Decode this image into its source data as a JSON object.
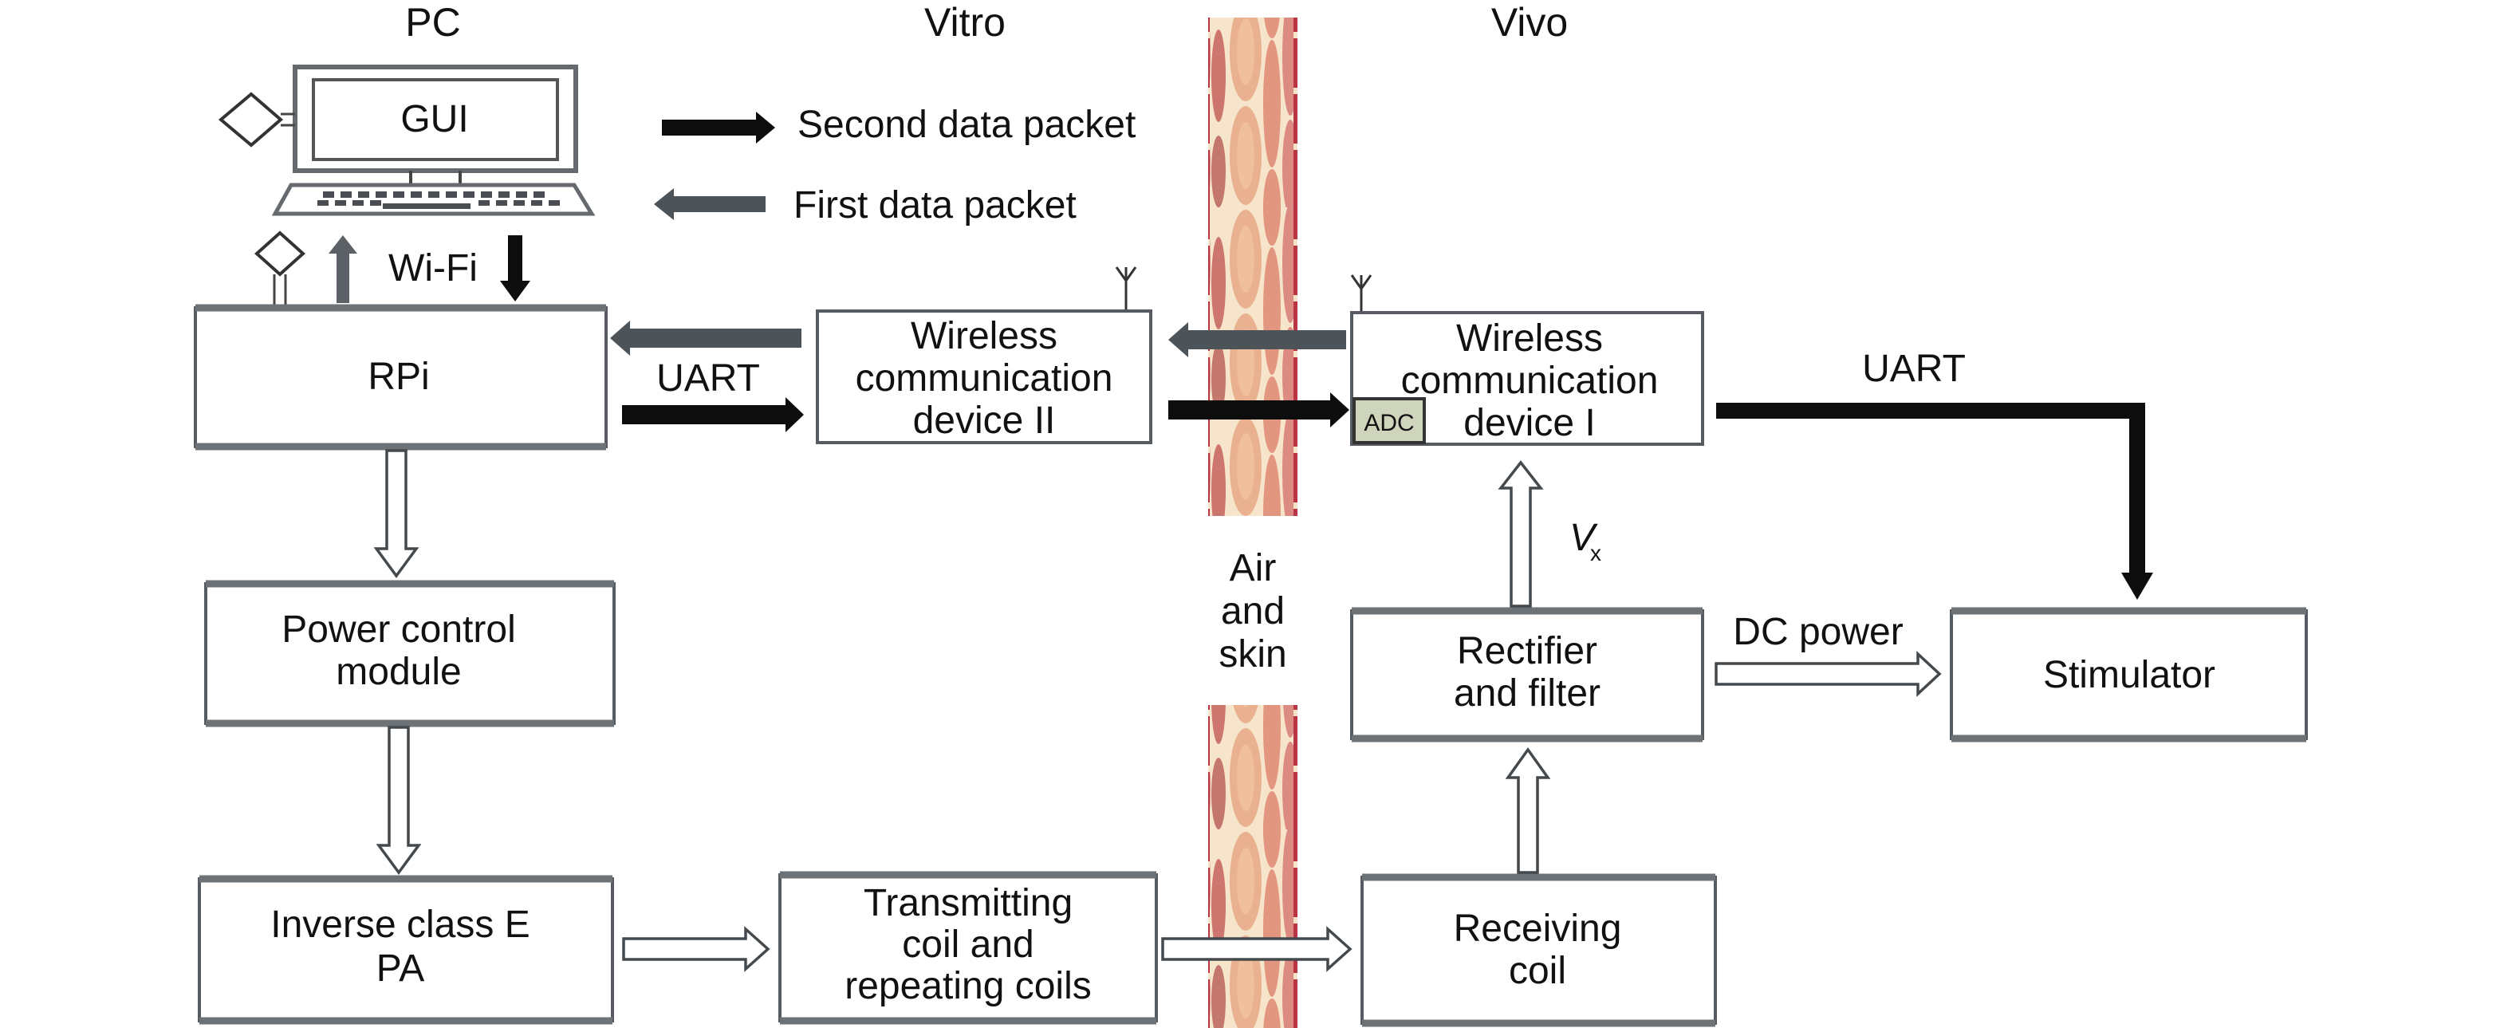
{
  "sections": {
    "pc": "PC",
    "vitro": "Vitro",
    "vivo": "Vivo"
  },
  "legend": {
    "second_packet": "Second data packet",
    "first_packet": "First data packet"
  },
  "pc_block": {
    "screen_label": "GUI",
    "link_label": "Wi-Fi"
  },
  "blocks": {
    "rpi": "RPi",
    "wireless2": [
      "Wireless",
      "communication",
      "device II"
    ],
    "wireless1": [
      "Wireless",
      "communication",
      "device I"
    ],
    "adc": "ADC",
    "power_control": [
      "Power control",
      "module"
    ],
    "inverse_pa": [
      "Inverse class E",
      "PA"
    ],
    "transmitting": [
      "Transmitting",
      "coil and",
      "repeating coils"
    ],
    "receiving": [
      "Receiving",
      "coil"
    ],
    "rectifier": [
      "Rectifier",
      "and filter"
    ],
    "stimulator": "Stimulator"
  },
  "labels": {
    "uart_left": "UART",
    "uart_right": "UART",
    "dc_power": "DC power",
    "vx_main": "V",
    "vx_sub": "x",
    "barrier": [
      "Air",
      "and",
      "skin"
    ]
  },
  "colors": {
    "primary_arrow": "#0d0d0d",
    "secondary_arrow": "#4d5459",
    "skin_light": "#f0c9a8",
    "skin_mid": "#e29a7c",
    "skin_dark": "#b3283a",
    "adc_fill": "#cfd5bd"
  }
}
